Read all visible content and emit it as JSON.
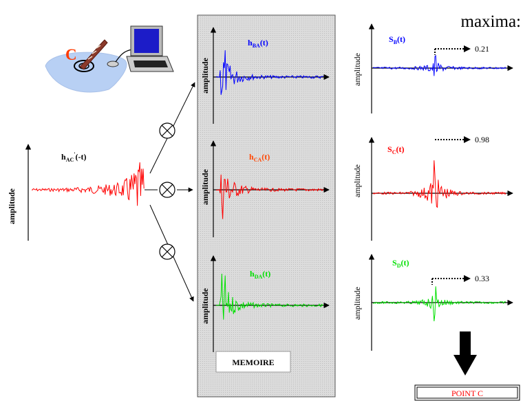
{
  "title": "maxima:",
  "input": {
    "label_main": "h",
    "label_sub": "AC",
    "label_sup": "'",
    "label_arg": "(-t)",
    "ylabel": "amplitude",
    "color": "#ff0000"
  },
  "memory": {
    "label": "MEMOIRE",
    "items": [
      {
        "label_main": "h",
        "label_sub": "BA",
        "label_arg": "(t)",
        "ylabel": "amplitude",
        "color": "#0000ff"
      },
      {
        "label_main": "h",
        "label_sub": "CA",
        "label_arg": "(t)",
        "ylabel": "amplitude",
        "color": "#ff0000",
        "label_color": "#ff4500"
      },
      {
        "label_main": "h",
        "label_sub": "DA",
        "label_arg": "(t)",
        "ylabel": "amplitude",
        "color": "#00e000"
      }
    ]
  },
  "outputs": [
    {
      "label_main": "S",
      "label_sub": "B",
      "label_arg": "(t)",
      "max": "0.21",
      "ylabel": "amplitude",
      "color": "#0000ff"
    },
    {
      "label_main": "S",
      "label_sub": "C",
      "label_arg": "(t)",
      "max": "0.98",
      "ylabel": "amplitude",
      "color": "#ff0000"
    },
    {
      "label_main": "S",
      "label_sub": "D",
      "label_arg": "(t)",
      "max": "0.33",
      "ylabel": "amplitude",
      "color": "#00e000"
    }
  ],
  "source_label": "C",
  "result": "POINT C",
  "operator_symbol": "⊗",
  "icons": [
    "laptop-icon",
    "plate-icon",
    "tap-probe-icon",
    "multiply-operator-icon",
    "down-arrow-icon"
  ]
}
